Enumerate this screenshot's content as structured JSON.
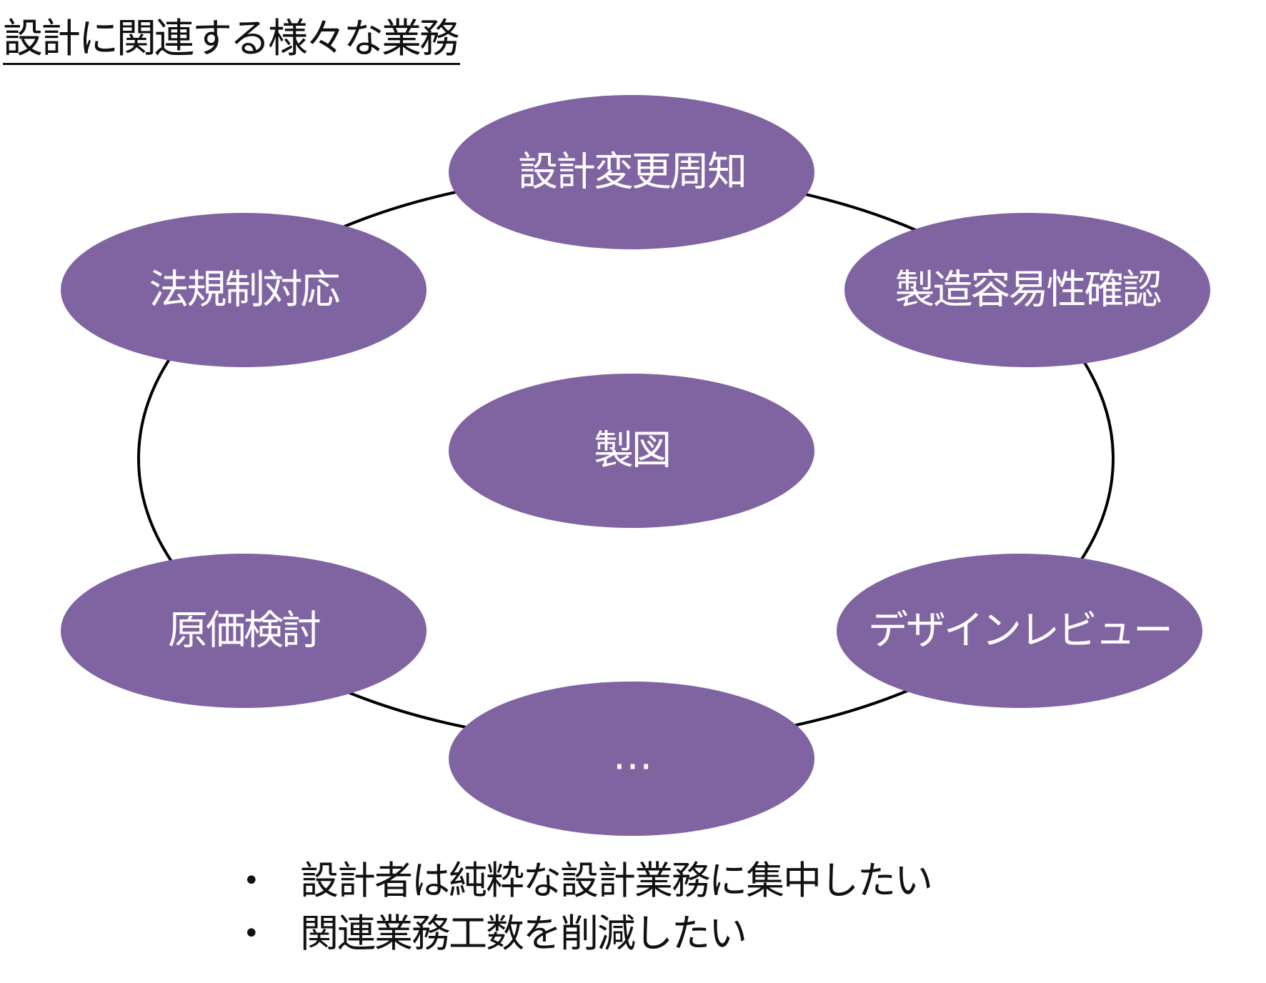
{
  "title": "設計に関連する様々な業務",
  "colors": {
    "node_fill": "#8064A2",
    "node_text": "#FFFFFF",
    "ring": "#000000"
  },
  "nodes": {
    "top": "設計変更周知",
    "upper_left": "法規制対応",
    "upper_right": "製造容易性確認",
    "center": "製図",
    "lower_left": "原価検討",
    "lower_right": "デザインレビュー",
    "bottom": "…"
  },
  "bullets": {
    "bullet_symbol": "•",
    "items": [
      "設計者は純粋な設計業務に集中したい",
      "関連業務工数を削減したい"
    ]
  }
}
